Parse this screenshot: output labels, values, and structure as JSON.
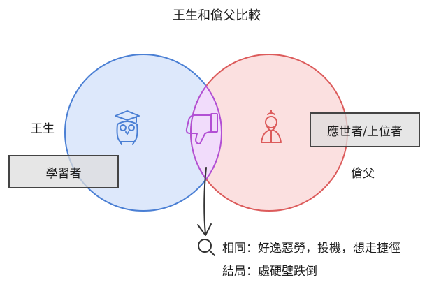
{
  "title": "王生和傖父比較",
  "left_set": {
    "label": "王生",
    "box_label": "學習者",
    "icon": "owl-graduate-icon",
    "color": "#4a7fd4",
    "fill": "#dce8fb"
  },
  "right_set": {
    "label": "傖父",
    "box_label": "應世者/上位者",
    "icon": "sage-elder-icon",
    "color": "#dc5b5b",
    "fill": "#fbe0e0"
  },
  "intersection": {
    "icon": "thumbs-down-icon",
    "color": "#b24fd4",
    "fill": "#f1dbfb"
  },
  "outcome": {
    "icon": "magnifier-icon",
    "similarity": "相同：好逸惡勞，投機，想走捷徑",
    "result": "結局：處硬壁跌倒"
  }
}
